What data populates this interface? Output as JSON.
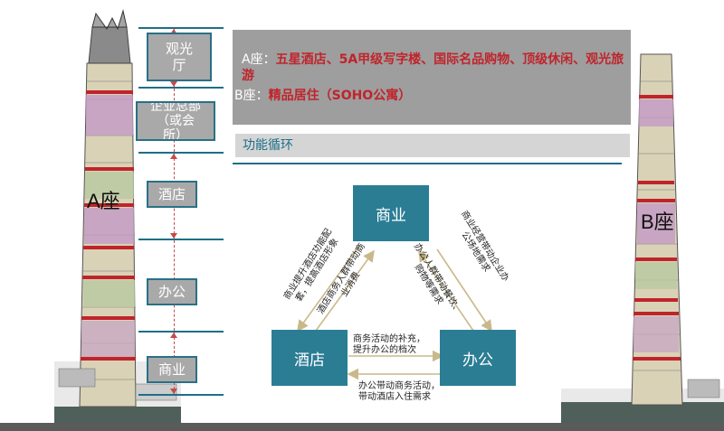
{
  "colors": {
    "teal": "#2b7d94",
    "gray_panel": "#9e9e9e",
    "highlight_red": "#c0242b",
    "rule": "#1e6f86"
  },
  "tower_a": {
    "label": "A座"
  },
  "tower_b": {
    "label": "B座"
  },
  "zones": [
    {
      "label": "观光\n厅"
    },
    {
      "label": "企业总部\n（或会\n所）"
    },
    {
      "label": "酒店"
    },
    {
      "label": "办公"
    },
    {
      "label": "商业"
    }
  ],
  "info": {
    "a_prefix": "A座：",
    "a_text": "五星酒店、5A甲级写字楼、国际名品购物、顶级休闲、观光旅游",
    "b_prefix": "B座：",
    "b_text": "精品居住（SOHO公寓）"
  },
  "section_title": "功能循环",
  "nodes": {
    "commerce": "商业",
    "hotel": "酒店",
    "office": "办公"
  },
  "relations": {
    "commerce_to_hotel": "商业提升酒店功能配套，提高酒店形象",
    "hotel_to_commerce": "酒店商务人群带动商业消费",
    "commerce_to_office": "商业经营带动企业办公场地需求",
    "office_to_commerce": "办公人群带动餐饮、购物等需求",
    "hotel_to_office": "商务活动的补充，提升办公的档次",
    "office_to_hotel": "办公带动商务活动，带动酒店入住需求"
  }
}
